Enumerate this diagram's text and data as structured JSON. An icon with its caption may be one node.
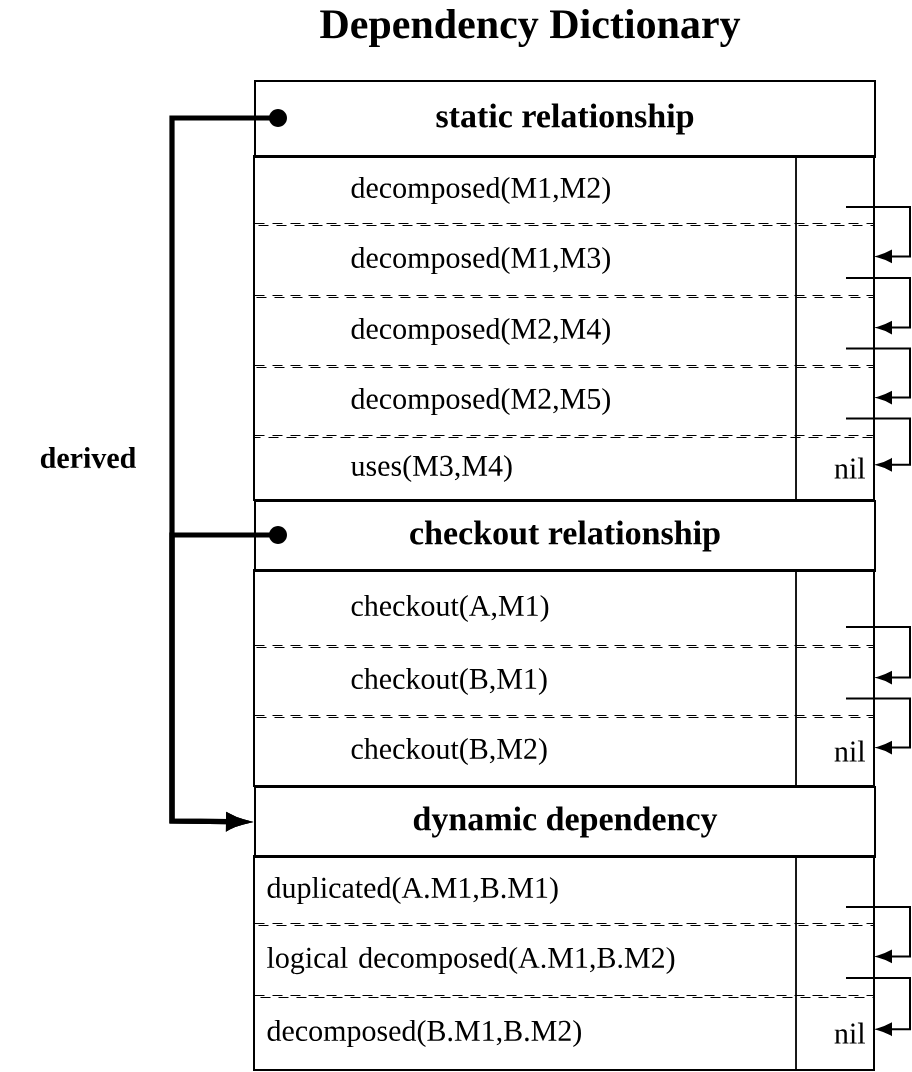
{
  "diagram": {
    "title": "Dependency Dictionary",
    "nodes": [
      {
        "text": [
          "static relationship"
        ]
      },
      {
        "text": [
          "decomposed(M1,M2)"
        ]
      },
      {
        "text": [
          "decomposed(M1,M3)"
        ]
      },
      {
        "text": [
          "decomposed(M2,M4)"
        ]
      },
      {
        "text": [
          "decomposed(M2,M5)"
        ]
      },
      {
        "text": [
          "uses(M3,M4)",
          "nil"
        ]
      },
      {
        "text": [
          "checkout relationship"
        ]
      },
      {
        "text": [
          "checkout(A,M1)"
        ]
      },
      {
        "text": [
          "checkout(B,M1)"
        ]
      },
      {
        "text": [
          "checkout(B,M2)",
          "nil"
        ]
      },
      {
        "text": [
          "dynamic dependency"
        ]
      },
      {
        "text": [
          "duplicated(A.M1,B.M1)"
        ]
      },
      {
        "text": [
          "logical decomposed(A.M1,B.M2)"
        ]
      },
      {
        "text": [
          "decomposed(B.M1,B.M2)",
          "nil"
        ]
      }
    ],
    "edges": [
      {
        "from": 0,
        "to": 10,
        "arrow": "to",
        "style": "thick",
        "label": "derived"
      },
      {
        "from": 6,
        "to": 10,
        "arrow": "to",
        "style": "thick"
      },
      {
        "from": 1,
        "to": 2,
        "arrow": "to"
      },
      {
        "from": 2,
        "to": 3,
        "arrow": "to"
      },
      {
        "from": 3,
        "to": 4,
        "arrow": "to"
      },
      {
        "from": 4,
        "to": 5,
        "arrow": "to"
      },
      {
        "from": 7,
        "to": 8,
        "arrow": "to"
      },
      {
        "from": 8,
        "to": 9,
        "arrow": "to"
      },
      {
        "from": 11,
        "to": 12,
        "arrow": "to"
      },
      {
        "from": 12,
        "to": 13,
        "arrow": "to"
      }
    ]
  }
}
